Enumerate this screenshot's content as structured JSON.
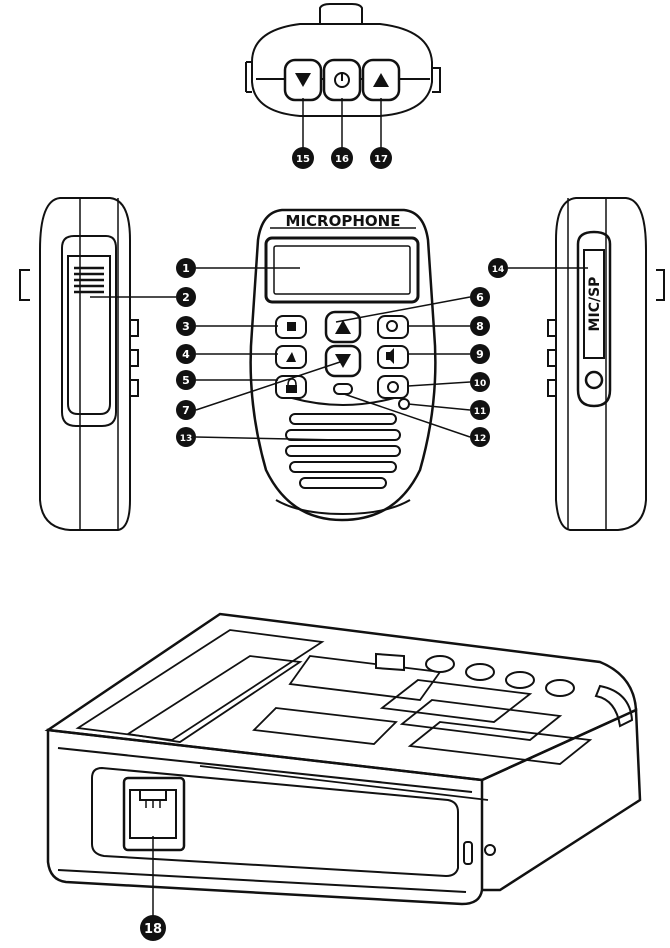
{
  "device": {
    "mic_label": "MICROPHONE",
    "side_label": "MIC/SP"
  },
  "callouts": [
    "1",
    "2",
    "3",
    "4",
    "5",
    "6",
    "7",
    "8",
    "9",
    "10",
    "11",
    "12",
    "13",
    "14",
    "15",
    "16",
    "17",
    "18"
  ],
  "colors": {
    "ink": "#111111",
    "paper": "#ffffff",
    "badge": "#111111"
  },
  "icons": {
    "top_left_button": "down-arrow-icon",
    "top_center_button": "power-icon",
    "top_right_button": "up-arrow-icon"
  }
}
